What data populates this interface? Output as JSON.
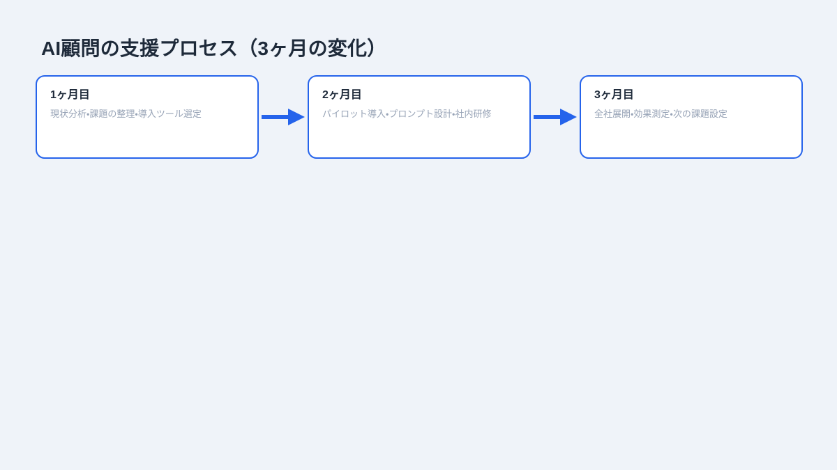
{
  "slide": {
    "title": "AI顧問の支援プロセス（3ヶ月の変化）",
    "background_color": "#eff3f9",
    "accent_color": "#2563eb",
    "title_color": "#1e2a3a",
    "body_text_color": "#97a3b6",
    "card_background": "#ffffff"
  },
  "flow": {
    "steps": [
      {
        "heading": "1ヶ月目",
        "body": "現状分析・課題の整理・導入ツール選定"
      },
      {
        "heading": "2ヶ月目",
        "body": "パイロット導入・プロンプト設計・社内研修"
      },
      {
        "heading": "3ヶ月目",
        "body": "全社展開・効果測定・次の課題設定"
      }
    ],
    "connectors": [
      {
        "icon": "arrow-right-icon"
      },
      {
        "icon": "arrow-right-icon"
      }
    ]
  }
}
